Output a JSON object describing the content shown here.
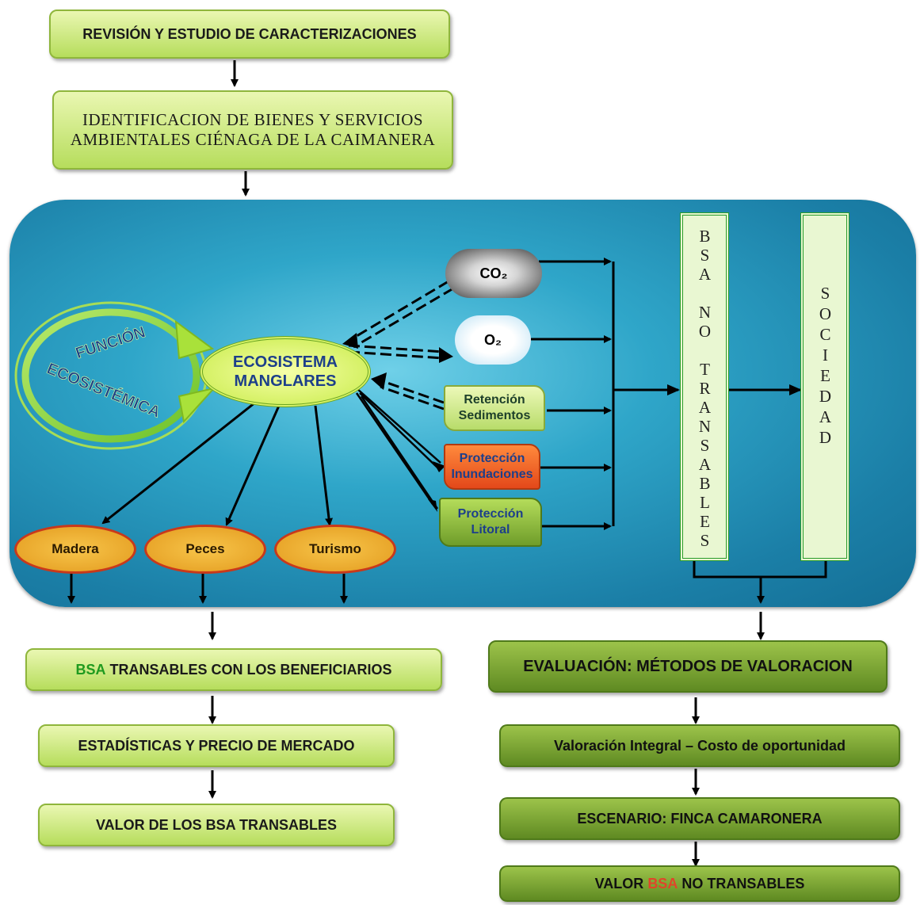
{
  "top": {
    "revision": "REVISIÓN Y ESTUDIO DE CARACTERIZACIONES",
    "identificacion": "IDENTIFICACION DE BIENES Y SERVICIOS AMBIENTALES CIÉNAGA DE LA CAIMANERA"
  },
  "center": {
    "funcion": "FUNCIÓN",
    "ecosistemica": "ECOSISTÉMICA",
    "ecosistema": "ECOSISTEMA MANGLARES",
    "co2": "CO₂",
    "o2": "O₂",
    "retencion": "Retención Sedimentos",
    "proteccion_inundaciones": "Protección Inundaciones",
    "proteccion_litoral": "Protección Litoral",
    "products": [
      "Madera",
      "Peces",
      "Turismo"
    ],
    "bsa_no_transables": "BSA NO TRANSABLES",
    "sociedad": "SOCIEDAD"
  },
  "left_flow": {
    "bsa_word": "BSA",
    "bsa_rest": " TRANSABLES CON LOS BENEFICIARIOS",
    "estadisticas": "ESTADÍSTICAS Y PRECIO DE MERCADO",
    "valor": "VALOR DE LOS BSA TRANSABLES"
  },
  "right_flow": {
    "evaluacion": "EVALUACIÓN: MÉTODOS DE VALORACION",
    "valoracion": "Valoración Integral – Costo de oportunidad",
    "escenario": "ESCENARIO: FINCA CAMARONERA",
    "valor_prefix": "VALOR ",
    "valor_bsa": "BSA",
    "valor_suffix": " NO TRANSABLES"
  },
  "colors": {
    "panel": "#1b7fa7",
    "light_green": "#b6dd5c",
    "dark_green": "#5f8a22",
    "bsa_green": "#1f9a1f",
    "bsa_red": "#e0452a",
    "product_fill": "#f0ae2e",
    "product_border": "#c8391b"
  }
}
